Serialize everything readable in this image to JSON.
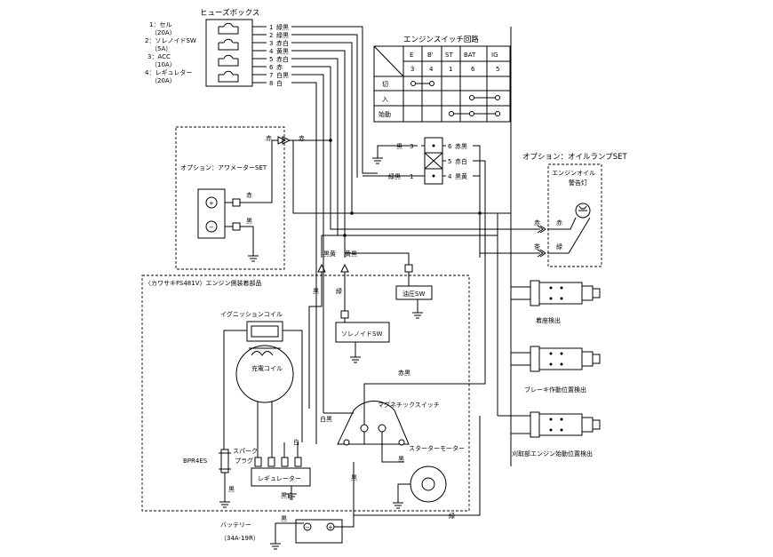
{
  "fuse_box": {
    "title": "ヒューズボックス",
    "fuses": [
      {
        "name": "1：セル",
        "rating": "（20A）"
      },
      {
        "name": "2：ソレノイドSW",
        "rating": "（5A）"
      },
      {
        "name": "3：ACC",
        "rating": "（10A）"
      },
      {
        "name": "4：レギュレター",
        "rating": "（20A）"
      }
    ],
    "pins": [
      {
        "num": "1",
        "color": "緑黒"
      },
      {
        "num": "2",
        "color": "緑黒"
      },
      {
        "num": "3",
        "color": "赤白"
      },
      {
        "num": "4",
        "color": "黄黒"
      },
      {
        "num": "5",
        "color": "赤白"
      },
      {
        "num": "6",
        "color": "赤"
      },
      {
        "num": "7",
        "color": "白黒"
      },
      {
        "num": "8",
        "color": "白"
      }
    ]
  },
  "engine_switch_table": {
    "title": "エンジンスイッチ回路",
    "columns": [
      "E",
      "B'",
      "ST",
      "BAT",
      "IG"
    ],
    "column_pins": [
      "3",
      "4",
      "1",
      "6",
      "5"
    ],
    "rows": [
      "切",
      "入",
      "始動"
    ]
  },
  "engine_switch_connector": {
    "pins": [
      {
        "label": "黒",
        "num": "3"
      },
      {
        "label": "緑黒",
        "num": "1"
      },
      {
        "label": "赤黒",
        "num": "6"
      },
      {
        "label": "赤白",
        "num": "5"
      },
      {
        "label": "黒黄",
        "num": "4"
      }
    ]
  },
  "ammeter": {
    "title": "オプション：アワメーターSET",
    "wire_in": "赤",
    "wire_out": "赤",
    "wire_pos": "赤",
    "wire_neg": "黒"
  },
  "oil_lamp": {
    "title": "オプション：オイルランプSET",
    "lamp_label_1": "エンジンオイル",
    "lamp_label_2": "警告灯",
    "wire_red_outer": "赤",
    "wire_red_inner": "赤",
    "wire_tea": "茶",
    "wire_green": "緑"
  },
  "engine_parts": {
    "title": "〈カワサキFS481V〉エンジン側装着部品",
    "ignition_coil": "イグニッションコイル",
    "charge_coil": "充電コイル",
    "spark_plug_1": "スパーク",
    "spark_plug_2": "プラグ",
    "plug_model": "BPR4ES",
    "regulator": "レギュレーター",
    "magnetic_switch": "マグネチックスイッチ",
    "starter_motor": "スターターモーター"
  },
  "wires": {
    "black_yellow": "黒黄",
    "yellow_black": "黄黒",
    "black_left": "黒",
    "green_solenoid": "緑",
    "red_black": "赤黒",
    "white_black": "白黒",
    "white": "白",
    "black_white": "黒白",
    "black_plug": "黒",
    "black_magnetic": "黒",
    "black_starter": "黒",
    "green_bottom": "緑",
    "black_battery": "黒"
  },
  "solenoid_sw": "ソレノイドSW",
  "oil_pressure_sw": "油圧SW",
  "sensors": [
    {
      "label": "着座検出"
    },
    {
      "label": "ブレーキ作動位置検出"
    },
    {
      "label": "刈取部エンジン始動位置検出"
    }
  ],
  "battery": {
    "label": "バッテリー",
    "model": "（34A-19R）"
  }
}
